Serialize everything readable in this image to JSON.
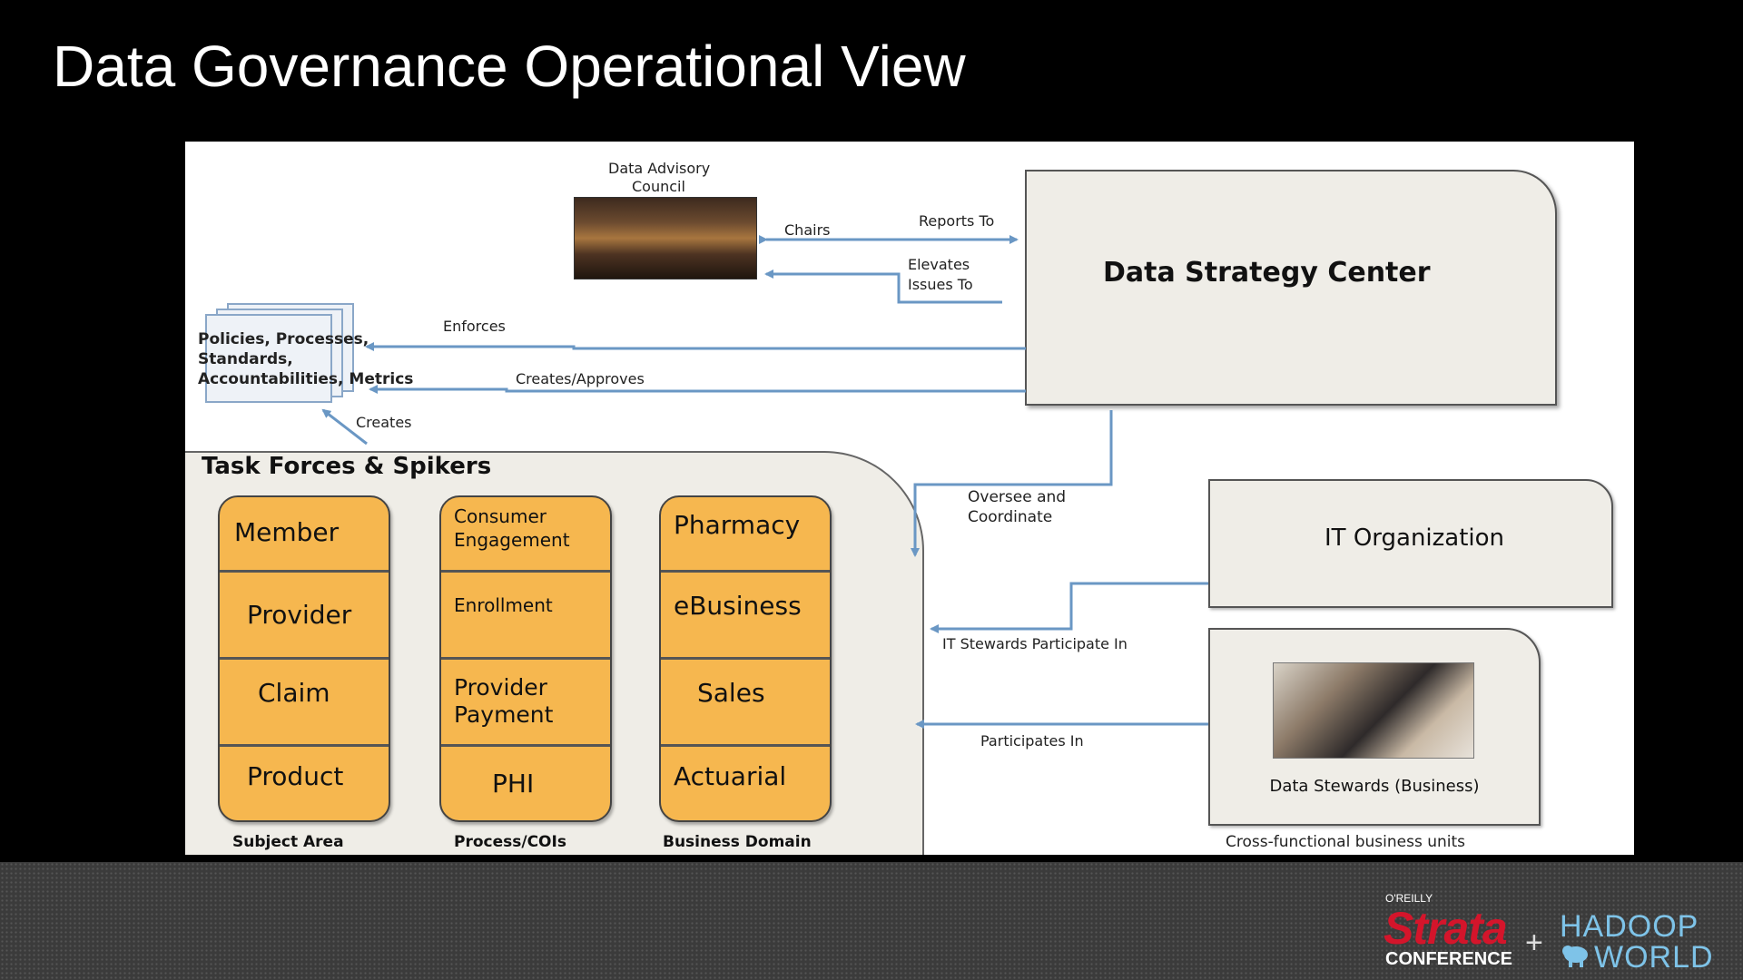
{
  "slide": {
    "title": "Data Governance Operational View"
  },
  "diagram": {
    "advisory_council": {
      "label_line1": "Data Advisory",
      "label_line2": "Council"
    },
    "data_strategy_center": {
      "title": "Data Strategy Center"
    },
    "policies": {
      "line1": "Policies, Processes,",
      "line2": "Standards,",
      "line3": "Accountabilities, Metrics"
    },
    "edges": {
      "chairs": "Chairs",
      "reports_to": "Reports To",
      "elevates_line1": "Elevates",
      "elevates_line2": "Issues To",
      "enforces": "Enforces",
      "creates_approves": "Creates/Approves",
      "creates": "Creates",
      "oversee_line1": "Oversee and",
      "oversee_line2": "Coordinate",
      "it_stewards": "IT Stewards Participate In",
      "participates_in": "Participates In"
    },
    "task_forces": {
      "title": "Task Forces & Spikers",
      "columns": [
        {
          "caption": "Subject Area",
          "cells": [
            "Member",
            "Provider",
            "Claim",
            "Product"
          ]
        },
        {
          "caption": "Process/COIs",
          "cells": [
            "Consumer|Engagement",
            "Enrollment",
            "Provider|Payment",
            "PHI"
          ]
        },
        {
          "caption": "Business Domain",
          "cells": [
            "Pharmacy",
            "eBusiness",
            "Sales",
            "Actuarial"
          ]
        }
      ]
    },
    "it_organization": {
      "title": "IT Organization"
    },
    "data_stewards": {
      "title": "Data Stewards (Business)",
      "caption": "Cross-functional business units"
    }
  },
  "footer": {
    "oreilly": "O'REILLY",
    "strata": "Strata",
    "conference": "CONFERENCE",
    "plus": "+",
    "hadoop": "HADOOP",
    "world": "WORLD"
  },
  "colors": {
    "arrow": "#6a97c4",
    "box_fill": "#efede7",
    "cell_fill": "#f6b74f"
  }
}
